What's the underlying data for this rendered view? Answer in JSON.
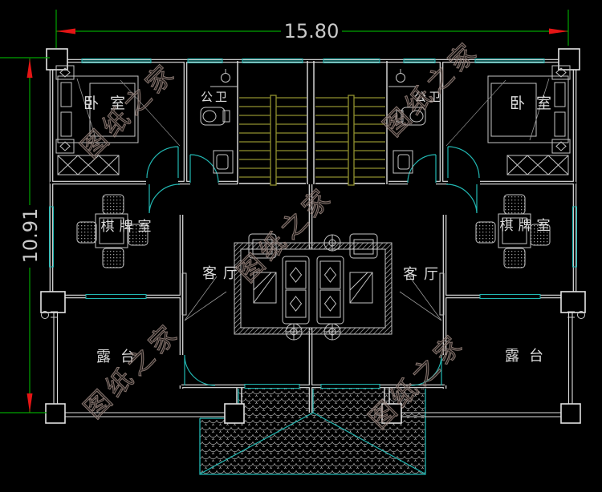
{
  "drawing": {
    "dim_width": "15.80",
    "dim_height": "10.91",
    "rooms": {
      "bedroom_left": "卧室",
      "bedroom_right": "卧室",
      "bath_left": "公卫",
      "bath_right": "公卫",
      "chess_left": "棋牌室",
      "chess_right": "棋牌室",
      "living_left": "客厅",
      "living_right": "客厅",
      "terrace_left": "露台",
      "terrace_right": "露台"
    },
    "watermark_text": "图纸之家",
    "colors": {
      "background": "#000000",
      "wall": "#e4e4e4",
      "window": "#22b7b2",
      "stair": "#90902f",
      "dimension_line": "#00a400",
      "dimension_arrow": "#e51515",
      "dimension_text": "#c9c9c9",
      "watermark": "#8d7b73"
    }
  }
}
